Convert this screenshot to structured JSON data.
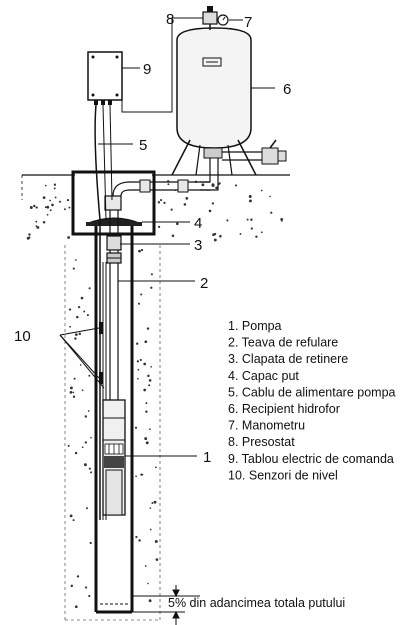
{
  "callouts": {
    "c8": "8",
    "c7": "7",
    "c6": "6",
    "c9": "9",
    "c5": "5",
    "c4": "4",
    "c3": "3",
    "c2": "2",
    "c10": "10",
    "c1": "1"
  },
  "legend": [
    {
      "num": "1.",
      "text": "Pompa"
    },
    {
      "num": "2.",
      "text": "Teava de refulare"
    },
    {
      "num": "3.",
      "text": "Clapata de retinere"
    },
    {
      "num": "4.",
      "text": "Capac put"
    },
    {
      "num": "5.",
      "text": "Cablu de alimentare pompa"
    },
    {
      "num": "6.",
      "text": "Recipient hidrofor"
    },
    {
      "num": "7.",
      "text": "Manometru"
    },
    {
      "num": "8.",
      "text": "Presostat"
    },
    {
      "num": "9.",
      "text": "Tablou electric de comanda"
    },
    {
      "num": "10.",
      "text": "Senzori de nivel"
    }
  ],
  "bottom_note": "5% din adancimea totala putului",
  "colors": {
    "line": "#111111",
    "ground_dots": "#333333",
    "tank_fill": "#f4f4f4",
    "pipe_fill": "#e8e8e8"
  }
}
